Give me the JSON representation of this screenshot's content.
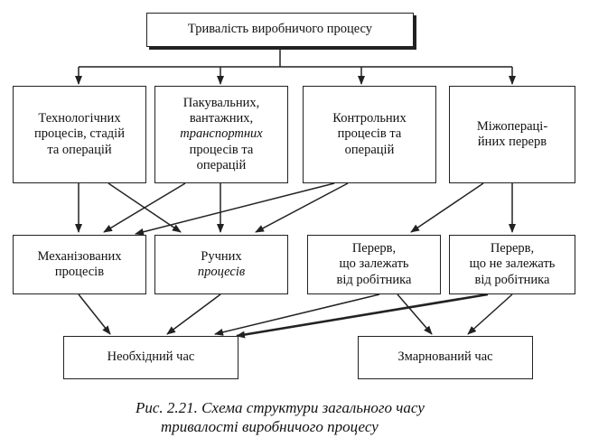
{
  "boxes": {
    "root": "Тривалість виробничого процесу",
    "tech": [
      "Технологічних",
      "процесів, стадій",
      "та операцій"
    ],
    "pack": [
      "Пакувальних,",
      "вантажних,",
      "транспортних",
      "процесів та",
      "операцій"
    ],
    "control": [
      "Контрольних",
      "процесів та",
      "операцій"
    ],
    "interop": [
      "Міжопераці-",
      "йних перерв"
    ],
    "mech": [
      "Механізованих",
      "процесів"
    ],
    "manual": [
      "Ручних",
      "процесів"
    ],
    "dep": [
      "Перерв,",
      "що залежать",
      "від робітника"
    ],
    "indep": [
      "Перерв,",
      "що не залежать",
      "від робітника"
    ],
    "necessary": "Необхідний час",
    "wasted": "Змарнований час"
  },
  "caption": {
    "line1": "Рис. 2.21. Схема структури загального часу",
    "line2": "тривалості виробничого процесу"
  },
  "colors": {
    "line": "#222222",
    "background": "#ffffff"
  }
}
